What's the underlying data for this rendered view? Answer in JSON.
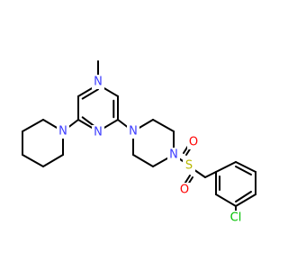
{
  "colors": {
    "bond": "#000000",
    "nitrogen": "#3b3bff",
    "sulfur": "#b8b800",
    "oxygen": "#ff0000",
    "chlorine": "#00c000",
    "background": "#ffffff"
  },
  "atoms": {
    "n_pyrimidine_top": "N",
    "n_pyrimidine_bottom": "N",
    "n_piperidine": "N",
    "n_piperazine_left": "N",
    "n_piperazine_right": "N",
    "sulfur": "S",
    "oxygen_top": "O",
    "oxygen_bottom": "O",
    "chlorine": "Cl"
  }
}
